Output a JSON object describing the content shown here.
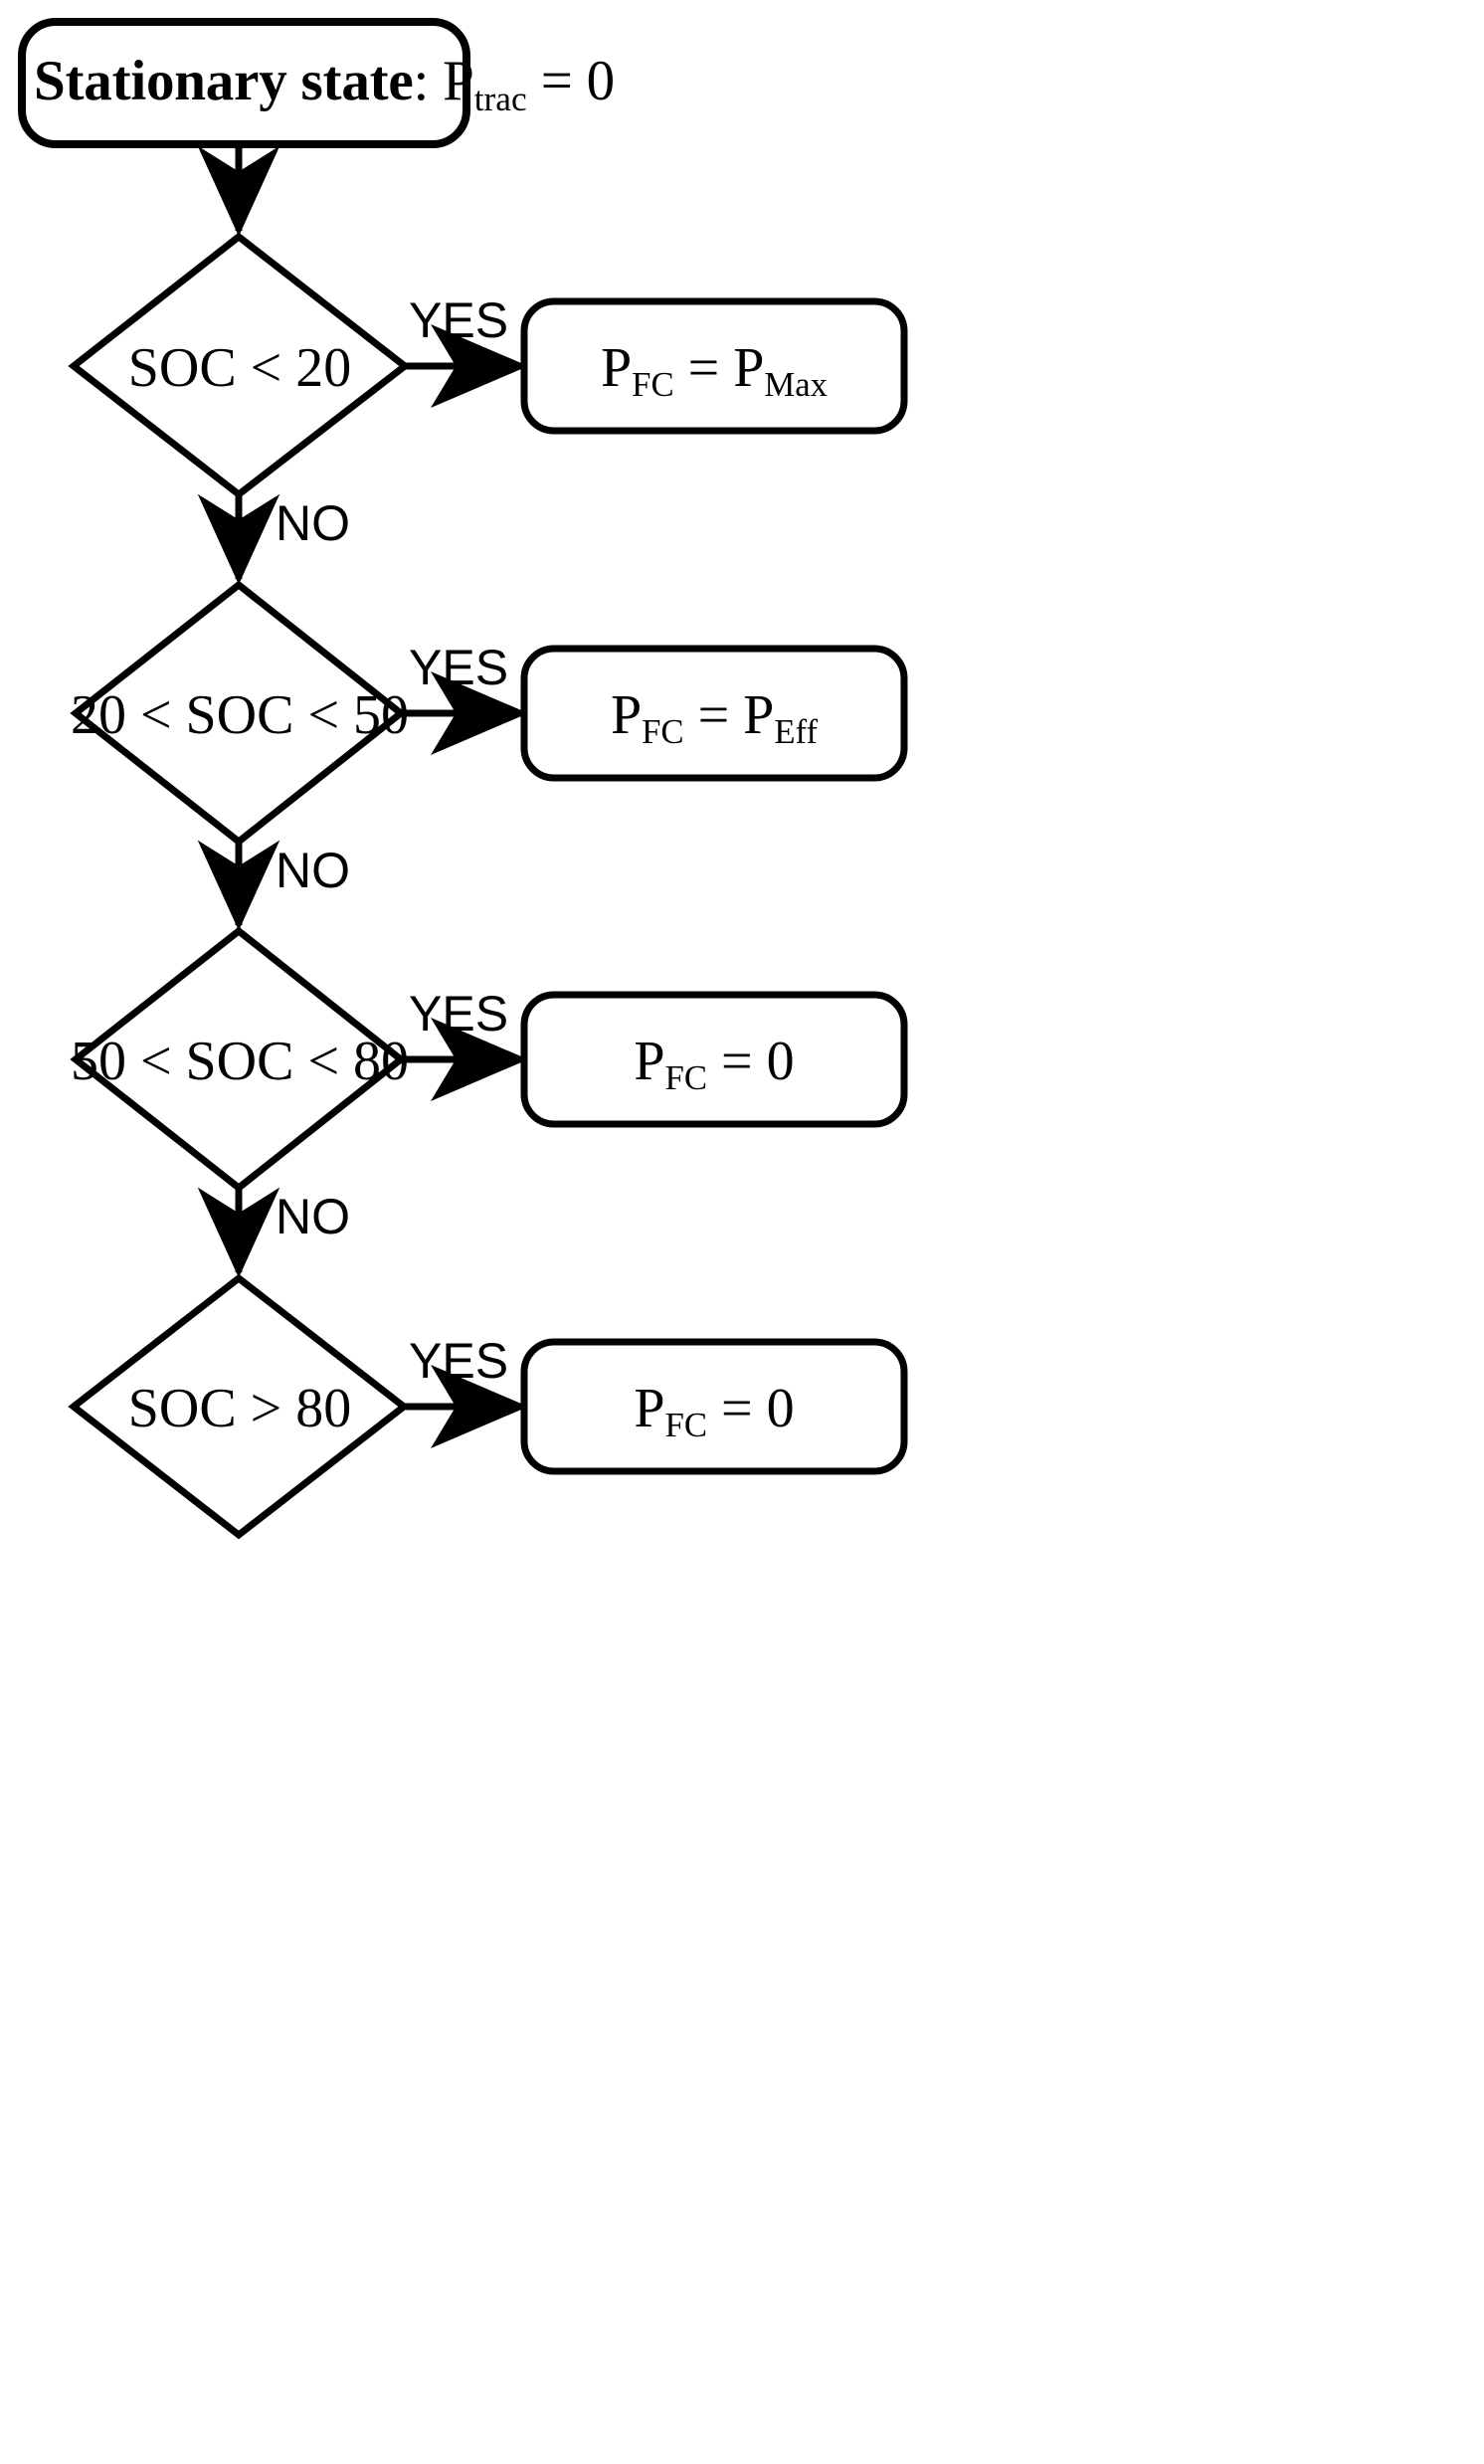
{
  "diagram": {
    "title_node": {
      "label_bold": "Stationary state",
      "label_rest": ": P",
      "label_sub": "trac",
      "label_tail": " = 0",
      "full_text": "Stationary state: Ptrac = 0"
    },
    "branch_labels": {
      "yes": "YES",
      "no": "NO"
    },
    "nodes": [
      {
        "id": "start",
        "type": "rounded-rect",
        "text": "Stationary state: Ptrac = 0"
      },
      {
        "id": "decision1",
        "type": "diamond",
        "text": "SOC < 20"
      },
      {
        "id": "decision2",
        "type": "diamond",
        "text": "20 < SOC < 50"
      },
      {
        "id": "decision3",
        "type": "diamond",
        "text": "50 < SOC < 80"
      },
      {
        "id": "decision4",
        "type": "diamond",
        "text": "SOC > 80"
      },
      {
        "id": "result1",
        "type": "rounded-rect",
        "base": "P",
        "sub1": "FC",
        "eq": " = P",
        "sub2": "Max",
        "text": "PFC = PMax"
      },
      {
        "id": "result2",
        "type": "rounded-rect",
        "base": "P",
        "sub1": "FC",
        "eq": " = P",
        "sub2": "Eff",
        "text": "PFC = PEff"
      },
      {
        "id": "result3",
        "type": "rounded-rect",
        "base": "P",
        "sub1": "FC",
        "eq": " = 0",
        "sub2": "",
        "text": "PFC = 0"
      },
      {
        "id": "result4",
        "type": "rounded-rect",
        "base": "P",
        "sub1": "FC",
        "eq": " = 0",
        "sub2": "",
        "text": "PFC = 0"
      }
    ],
    "decisions": [
      {
        "condition": "SOC < 20",
        "yes_label": "YES",
        "no_label": "NO",
        "yes_target": "PFC = PMax"
      },
      {
        "condition": "20 < SOC < 50",
        "yes_label": "YES",
        "no_label": "NO",
        "yes_target": "PFC = PEff"
      },
      {
        "condition": "50 < SOC < 80",
        "yes_label": "YES",
        "no_label": "NO",
        "yes_target": "PFC = 0"
      },
      {
        "condition": "SOC > 80",
        "yes_label": "YES",
        "no_label": "",
        "yes_target": "PFC = 0"
      }
    ],
    "results": [
      {
        "base": "P",
        "sub": "FC",
        "mid": " = P",
        "sub2": "Max"
      },
      {
        "base": "P",
        "sub": "FC",
        "mid": " = P",
        "sub2": "Eff"
      },
      {
        "base": "P",
        "sub": "FC",
        "mid": " = 0",
        "sub2": ""
      },
      {
        "base": "P",
        "sub": "FC",
        "mid": " = 0",
        "sub2": ""
      }
    ],
    "conditions": [
      {
        "text": "SOC < 20"
      },
      {
        "text": "20 < SOC < 50"
      },
      {
        "text": "50 < SOC < 80"
      },
      {
        "text": "SOC > 80"
      }
    ],
    "colors": {
      "stroke": "#000000",
      "fill": "#ffffff",
      "text": "#000000"
    }
  }
}
